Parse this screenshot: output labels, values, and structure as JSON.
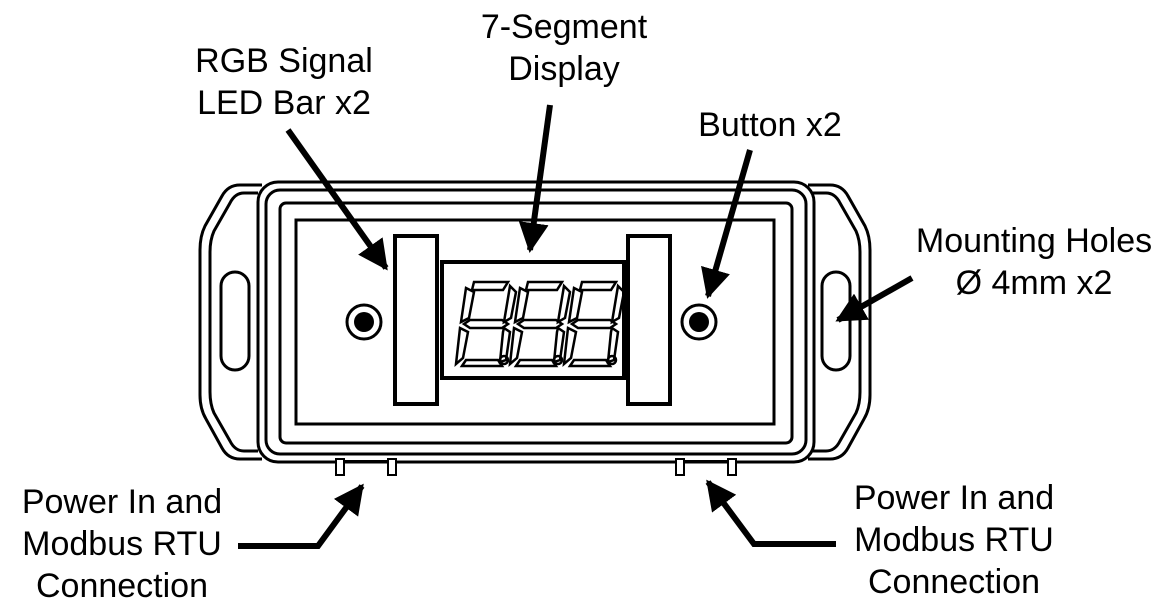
{
  "labels": {
    "rgb_led": {
      "line1": "RGB Signal",
      "line2": "LED Bar x2"
    },
    "segment_display": {
      "line1": "7-Segment",
      "line2": "Display"
    },
    "button": {
      "line1": "Button x2"
    },
    "mounting_holes": {
      "line1": "Mounting Holes",
      "line2": "Ø 4mm x2"
    },
    "power_left": {
      "line1": "Power In and",
      "line2": "Modbus RTU",
      "line3": "Connection"
    },
    "power_right": {
      "line1": "Power In and",
      "line2": "Modbus RTU",
      "line3": "Connection"
    }
  },
  "colors": {
    "stroke": "#000000",
    "background": "#ffffff"
  }
}
